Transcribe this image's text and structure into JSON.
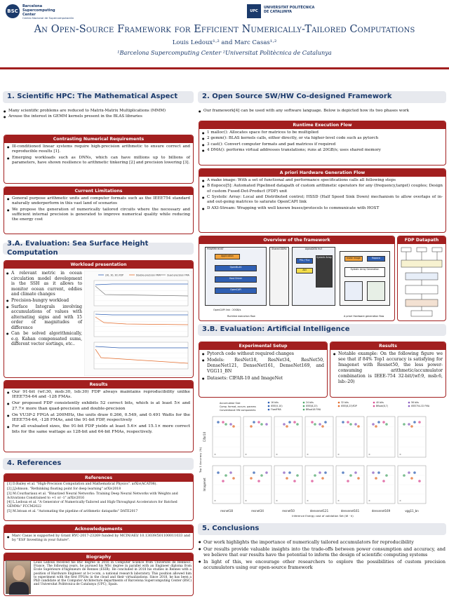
{
  "header": {
    "bsc_name_1": "Barcelona",
    "bsc_name_2": "Supercomputing",
    "bsc_name_3": "Center",
    "bsc_sub": "Centro Nacional de Supercomputación",
    "bsc_mark": "BSC",
    "upc_mark": "UPC",
    "upc_name_1": "UNIVERSITAT POLITÈCNICA",
    "upc_name_2": "DE CATALUNYA",
    "title": "An Open-Source Framework for Efficient Numerically-Tailored Computations",
    "authors": "Louis Ledoux¹·² and Marc Casas¹·²",
    "affiliations": "¹Barcelona Supercomputing Center   ²Universitat Politècnica de Catalunya"
  },
  "sections": {
    "s1": "1. Scientific HPC: The Mathematical Aspect",
    "s2": "2. Open Source SW/HW Co-designed Framework",
    "s3a": "3.A. Evaluation: Sea Surface Height Computation",
    "s3b": "3.B. Evaluation: Artificial Intelligence",
    "s4": "4. References",
    "s5": "5. Conclusions"
  },
  "s1": {
    "intro": [
      "Many scientific problems are reduced to Matrix-Matrix Multiplications (MMM)",
      "Arouse the interest in GEMM kernels present in the BLAS libraries"
    ],
    "req_title": "Contrasting Numerical Requirements",
    "req": [
      "Ill-conditioned linear systems require high-precision arithmetic to ensure correct and reproducible results [1].",
      "Emerging workloads such as DNNs, which can have millions up to billions of parameters, have shown resilience to arithmetic tinkering [2] and precision lowering [3]."
    ],
    "lim_title": "Current Limitations",
    "lim": [
      "General purpose arithmetic units and computer formats such as the IEEE754 standard naturally underperform in this vast land of scenarios",
      "We propose the generation of numerically tailored circuits where the necessary and sufficient internal precision is generated to improve numerical quality while reducing the energy cost"
    ]
  },
  "s2": {
    "intro": "Our framework[4] can be used with any software language. Below is depicted how its two phases work",
    "runtime_title": "Runtime Execution Flow",
    "runtime": [
      "1 malloc(): Allocates space for matrices to be multiplied",
      "2 gemm(): BLAS kernels calls, either directly, or via higher-level code such as pytorch",
      "3 cast(): Convert computer formats and pad matrices if required",
      "4 DMA(): performs virtual addresses translations; runs at 20GB/s; uses shared memory"
    ],
    "hw_title": "A priori Hardware Generation Flow",
    "hw": [
      "A make image: With a set of functional and performance specifications calls all following steps",
      "B flopoco[5]: Automated Pipelined datapath of custom arithmetic operators for any (frequency,target) couples; Design of custom Fused-Dot-Product (FDP) unit",
      "C Systolic Array: Local and Distributed control; HSSD (Half Speed Sink Down) mechanism to allow overlaps of in- and out-going matrices to saturate OpenCAPI link",
      "D AXI-Stream: Wrapping with well known buses/protocols to communicate with HOST"
    ],
    "overview_title": "Overview of the framework",
    "fdp_title": "FDP Datapath",
    "diag": {
      "power_host": "POWER9 HOST",
      "shared": "Shared DDR4",
      "alpha": "AlphaDATA 9v3",
      "app": "Application",
      "openblas": "OpenBLAS",
      "driver": "Host Driver",
      "ocapi": "OpenCAPI",
      "pslse": "PSL / TLx",
      "axi": "AXI",
      "sa": "Systolic Array",
      "runtime_cap": "Runtime execution flow",
      "hw_cap": "A priori Hardware generation flow",
      "make": "make image",
      "flopoco": "flopoco",
      "systolic": "Systolic Array Generation",
      "ocapi_link": "OpenCAPI link : 20GB/s"
    }
  },
  "s3a": {
    "workload_title": "Workload presentation",
    "workload": [
      "A relevant metric in ocean circulation model development is the SSH as it allows to monitor ocean current, eddies and climate changes",
      "Precision-hungry workload",
      "Surface Integrals involving accumulations of values with alternating signs and with 15 order of magnitudes of difference",
      "Can be solved algorithmically, e.g. Kahan compensated sums, different vector sortings, etc.."
    ],
    "results_title": "Results",
    "results": [
      "Our 91-bit (wf:30, msb:30, lsb:30) FDP always maintains reproducibility unlike IEEE754-64 and -128 FMAs.",
      "Our proposed FDP consistently exhibits 52 correct bits, which is at least 5× and 27.7× more than quad-precision and double-precision",
      "On VU3P-2 FPGA at 200MHz, the units draw 0.266, 0.549, and 0.491 Watts for the IEEE754-64, -128 FMAs, and the 91-bit FDP, respectively",
      "For all evaluated sizes, the 91-bit FDP yields at least 5.6× and 15.1× more correct bits for the same wattage as 128-bit and 64-bit FMAs, respectively."
    ],
    "chart_legend": [
      "(30, 30, 30) FDP",
      "Double-precision FMA",
      "Quad-precision FMA"
    ]
  },
  "s4": {
    "refs_title": "References",
    "refs": [
      "[1] D.Bailey et al. \"High-Precision Computation and Mathematical Physics\". arXiv(ACAT08).",
      "[2] J.Johnson. \"Rethinking floating point for deep learning\" arXiv2018",
      "[3] M.Courbariaux et al. \"Binarized Neural Networks: Training Deep Neural Networks with Weights and Activations Constrained to +1 or -1\" arXiv2016",
      "[4] L.Ledoux et al. \"A Generator of Numerically-Tailored and High-Throughput Accelerators for Batched GEMMs\" FCCM2022",
      "[5] M.Istoan et al. \"Automating the pipeline of arithmetic datapaths\" DATE2017"
    ],
    "ack_title": "Acknowledgements",
    "ack": "Marc Casas is supported by Grant RYC-2017-23269 funded by MCIN/AEI/ 10.13039/501100011033 and by \"ESF Investing in your future\".",
    "bio_title": "Biography",
    "bio": "Louis Ledoux received his BSc degree in 2016 in Computer Science from Université de Rennes1, France. The following years, he pursued his MSc degree in parallel with an Engineer diploma from École Supérieure d'Ingénieurs de Rennes (ESIR). He concluded in 2018 his studies in Rennes with a position of Hardware Engineer at b<>com, a national research laboratory. This position allowed him to experiment with the first FPGAs in the cloud and their virtualizations. Since 2018, he has been a PhD candidate at the Computer Architecture departments of Barcelona Supercomputing Center (BSC) and Universitat Politècnica de Catalunya (UPC), Spain."
  },
  "s3b": {
    "setup_title": "Experimental Setup",
    "setup": [
      "Pytorch code without required changes",
      "Models: ResNet18, ResNet34, ResNet50, DenseNet121, DenseNet161, DenseNet169, and VGG11_BN",
      "Datasets: CIFAR-10 and ImageNet"
    ],
    "results_title": "Results",
    "results": [
      "Notable example: On the following figure we see that if 84% Top1 accuracy is satisfying for Imagenet with Resnet50, the less power-consuming arithmetic/accumulator combination is IEEE-754 32-bit/(wf:9, msb:6, lsb:-20)"
    ],
    "grid_ylabel": "Top 1 Accuracy (%)",
    "grid_xlabel": "Inference Energy cost of validation Set (W · h)",
    "row_labels": [
      "Cifar10",
      "Imagenet"
    ],
    "models": [
      "resnet18",
      "resnet34",
      "resnet50",
      "densenet121",
      "densenet161",
      "densenet169",
      "vgg11_bn"
    ],
    "legend": [
      "Accumulator Size",
      "Comp. format, accum. params",
      "Conventional HW components",
      "16 bits",
      "IEEE(5,10)",
      "FloatFMA",
      "24 bits",
      "IEEE(8,23)",
      "Bfloat16 FMA",
      "32 bits",
      "IEEE(8,23)FDP",
      "40 bits",
      "Bfloat(8,7)",
      "56 bits",
      "IEEE754-32 FMA"
    ]
  },
  "s5": {
    "items": [
      "Our work highlights the importance of numerically tailored accumulators for reproducibility",
      "Our results provide valuable insights into the trade-offs between power consumption and accuracy, and we believe that our results have the potential to inform the design of scientific computing systems",
      "In light of this, we encourage other researchers to explore the possibilities of custom precision accumulators using our open-source framework"
    ]
  },
  "colors": {
    "accent": "#a21f1f",
    "navy": "#1b3a6b",
    "section_bg": "#e7e9ee"
  }
}
